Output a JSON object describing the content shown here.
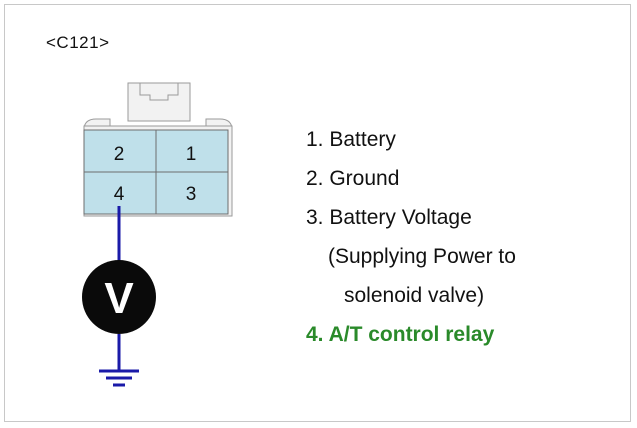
{
  "connector": {
    "label": "<C121>",
    "pins": [
      "2",
      "1",
      "4",
      "3"
    ]
  },
  "meter": {
    "symbol": "V"
  },
  "legend": {
    "item1": "1. Battery",
    "item2": "2. Ground",
    "item3_line1": "3. Battery Voltage",
    "item3_line2": "(Supplying Power to",
    "item3_line3": "solenoid valve)",
    "item4": "4. A/T control relay"
  },
  "colors": {
    "connector_fill": "#bfe0ea",
    "probe_wire": "#1a1aa8",
    "highlight": "#2a8a2a"
  }
}
